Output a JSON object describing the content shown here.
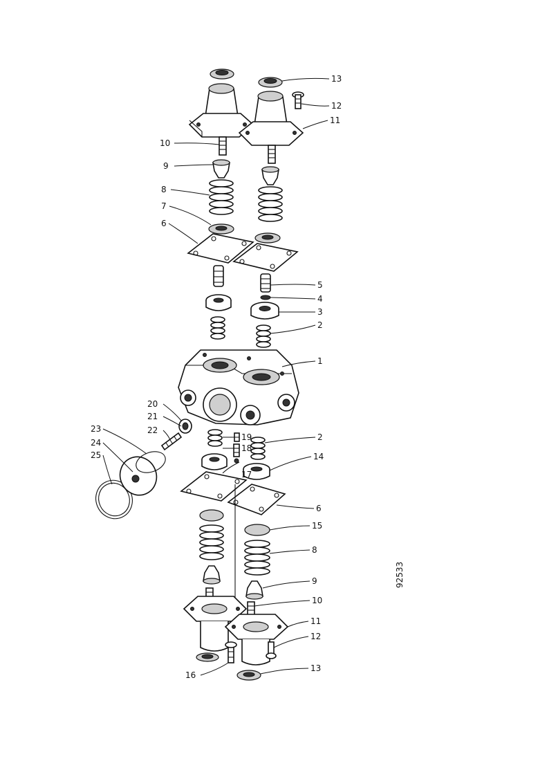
{
  "diagram": {
    "reference_number": "92533",
    "callouts": [
      {
        "id": "c-13-top",
        "label": "13"
      },
      {
        "id": "c-12-top",
        "label": "12"
      },
      {
        "id": "c-11-top",
        "label": "11"
      },
      {
        "id": "c-10-top",
        "label": "10"
      },
      {
        "id": "c-9-top",
        "label": "9"
      },
      {
        "id": "c-8-top",
        "label": "8"
      },
      {
        "id": "c-7",
        "label": "7"
      },
      {
        "id": "c-6-top",
        "label": "6"
      },
      {
        "id": "c-5",
        "label": "5"
      },
      {
        "id": "c-4",
        "label": "4"
      },
      {
        "id": "c-3",
        "label": "3"
      },
      {
        "id": "c-2-top",
        "label": "2"
      },
      {
        "id": "c-1",
        "label": "1"
      },
      {
        "id": "c-20",
        "label": "20"
      },
      {
        "id": "c-21",
        "label": "21"
      },
      {
        "id": "c-22",
        "label": "22"
      },
      {
        "id": "c-23",
        "label": "23"
      },
      {
        "id": "c-24",
        "label": "24"
      },
      {
        "id": "c-25",
        "label": "25"
      },
      {
        "id": "c-2-bottom",
        "label": "2"
      },
      {
        "id": "c-19",
        "label": "19"
      },
      {
        "id": "c-18",
        "label": "18"
      },
      {
        "id": "c-17",
        "label": "17"
      },
      {
        "id": "c-14",
        "label": "14"
      },
      {
        "id": "c-6-bottom",
        "label": "6"
      },
      {
        "id": "c-15",
        "label": "15"
      },
      {
        "id": "c-8-bottom",
        "label": "8"
      },
      {
        "id": "c-9-bottom",
        "label": "9"
      },
      {
        "id": "c-10-bottom",
        "label": "10"
      },
      {
        "id": "c-11-bottom",
        "label": "11"
      },
      {
        "id": "c-12-bottom",
        "label": "12"
      },
      {
        "id": "c-16",
        "label": "16"
      },
      {
        "id": "c-13-bottom",
        "label": "13"
      }
    ]
  }
}
